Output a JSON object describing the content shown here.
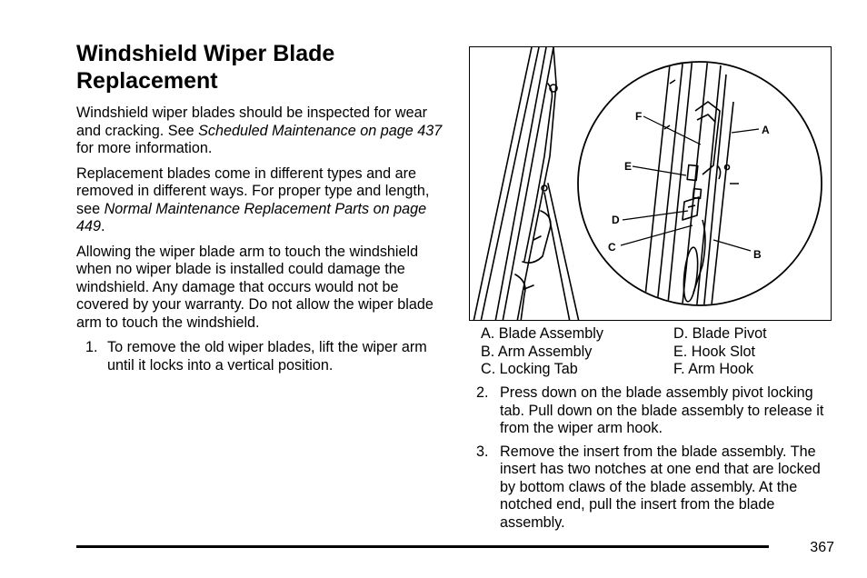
{
  "title": "Windshield Wiper Blade Replacement",
  "intro": {
    "p1_a": "Windshield wiper blades should be inspected for wear and cracking. See ",
    "p1_ref": "Scheduled Maintenance on page 437",
    "p1_b": " for more information.",
    "p2_a": "Replacement blades come in different types and are removed in different ways. For proper type and length, see ",
    "p2_ref": "Normal Maintenance Replacement Parts on page 449",
    "p2_b": ".",
    "p3": "Allowing the wiper blade arm to touch the windshield when no wiper blade is installed could damage the windshield. Any damage that occurs would not be covered by your warranty. Do not allow the wiper blade arm to touch the windshield."
  },
  "steps": [
    {
      "num": "1.",
      "text": "To remove the old wiper blades, lift the wiper arm until it locks into a vertical position."
    },
    {
      "num": "2.",
      "text": "Press down on the blade assembly pivot locking tab. Pull down on the blade assembly to release it from the wiper arm hook."
    },
    {
      "num": "3.",
      "text": "Remove the insert from the blade assembly. The insert has two notches at one end that are locked by bottom claws of the blade assembly. At the notched end, pull the insert from the blade assembly."
    }
  ],
  "figure_labels": [
    "A",
    "B",
    "C",
    "D",
    "E",
    "F"
  ],
  "legend": [
    "A.  Blade Assembly",
    "D.  Blade Pivot",
    "B.  Arm Assembly",
    "E.  Hook Slot",
    "C.  Locking Tab",
    "F.  Arm Hook"
  ],
  "page_number": "367"
}
